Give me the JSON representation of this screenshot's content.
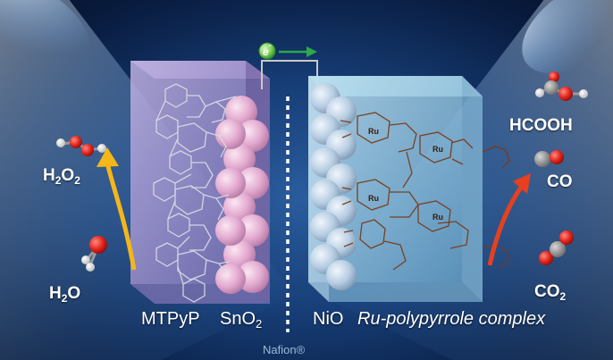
{
  "labels": {
    "h2o2": {
      "base": "H",
      "sub1": "2",
      "mid": "O",
      "sub2": "2"
    },
    "h2o": {
      "base": "H",
      "sub1": "2",
      "mid": "O"
    },
    "hcooh": "HCOOH",
    "co": "CO",
    "co2": {
      "base": "CO",
      "sub": "2"
    }
  },
  "bottom": {
    "mtpyp": "MTPyP",
    "sno2": {
      "base": "SnO",
      "sub": "2"
    },
    "nio": "NiO",
    "ru_complex": "Ru-polypyrrole complex",
    "nafion": "Nafion®"
  },
  "electron": {
    "symbol": "e",
    "charge": "-"
  },
  "colors": {
    "background": "#0d2a5c",
    "left_electrode": "#a596c8",
    "right_electrode": "#9fd0e8",
    "sno2_sphere": "#e6b8d6",
    "nio_sphere": "#b9d0e6",
    "yellow_arrow": "#f5b619",
    "red_arrow": "#e8401f",
    "electron_green": "#2ea84a"
  },
  "icons": [
    "h2o2-molecule-icon",
    "h2o-molecule-icon",
    "hcooh-molecule-icon",
    "co-molecule-icon",
    "co2-molecule-icon",
    "electron-icon"
  ]
}
